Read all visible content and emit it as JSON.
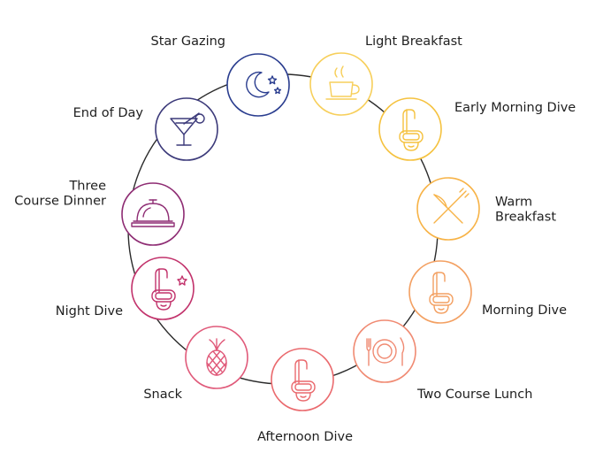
{
  "activities": [
    {
      "label_lines": [
        "Light Breakfast"
      ],
      "icon": "coffee-cup-icon",
      "color": "#f7cf5b"
    },
    {
      "label_lines": [
        "Early Morning Dive"
      ],
      "icon": "snorkel-mask-icon",
      "color": "#f5c23f"
    },
    {
      "label_lines": [
        "Warm",
        "Breakfast"
      ],
      "icon": "knife-fork-crossed-icon",
      "color": "#f7b347"
    },
    {
      "label_lines": [
        "Morning Dive"
      ],
      "icon": "snorkel-mask-icon",
      "color": "#f3a062"
    },
    {
      "label_lines": [
        "Two Course Lunch"
      ],
      "icon": "plate-cutlery-icon",
      "color": "#f08a72"
    },
    {
      "label_lines": [
        "Afternoon Dive"
      ],
      "icon": "snorkel-mask-icon",
      "color": "#ea6a6e"
    },
    {
      "label_lines": [
        "Snack"
      ],
      "icon": "pineapple-icon",
      "color": "#e05a7a"
    },
    {
      "label_lines": [
        "Night Dive"
      ],
      "icon": "snorkel-mask-stars-icon",
      "color": "#c2336c"
    },
    {
      "label_lines": [
        "Three",
        "Course Dinner"
      ],
      "icon": "cloche-icon",
      "color": "#8e2c73"
    },
    {
      "label_lines": [
        "End of Day"
      ],
      "icon": "cocktail-glass-icon",
      "color": "#3c3a7a"
    },
    {
      "label_lines": [
        "Star Gazing"
      ],
      "icon": "moon-stars-icon",
      "color": "#2a3d8f"
    }
  ],
  "ring_color": "#2b2b2b"
}
